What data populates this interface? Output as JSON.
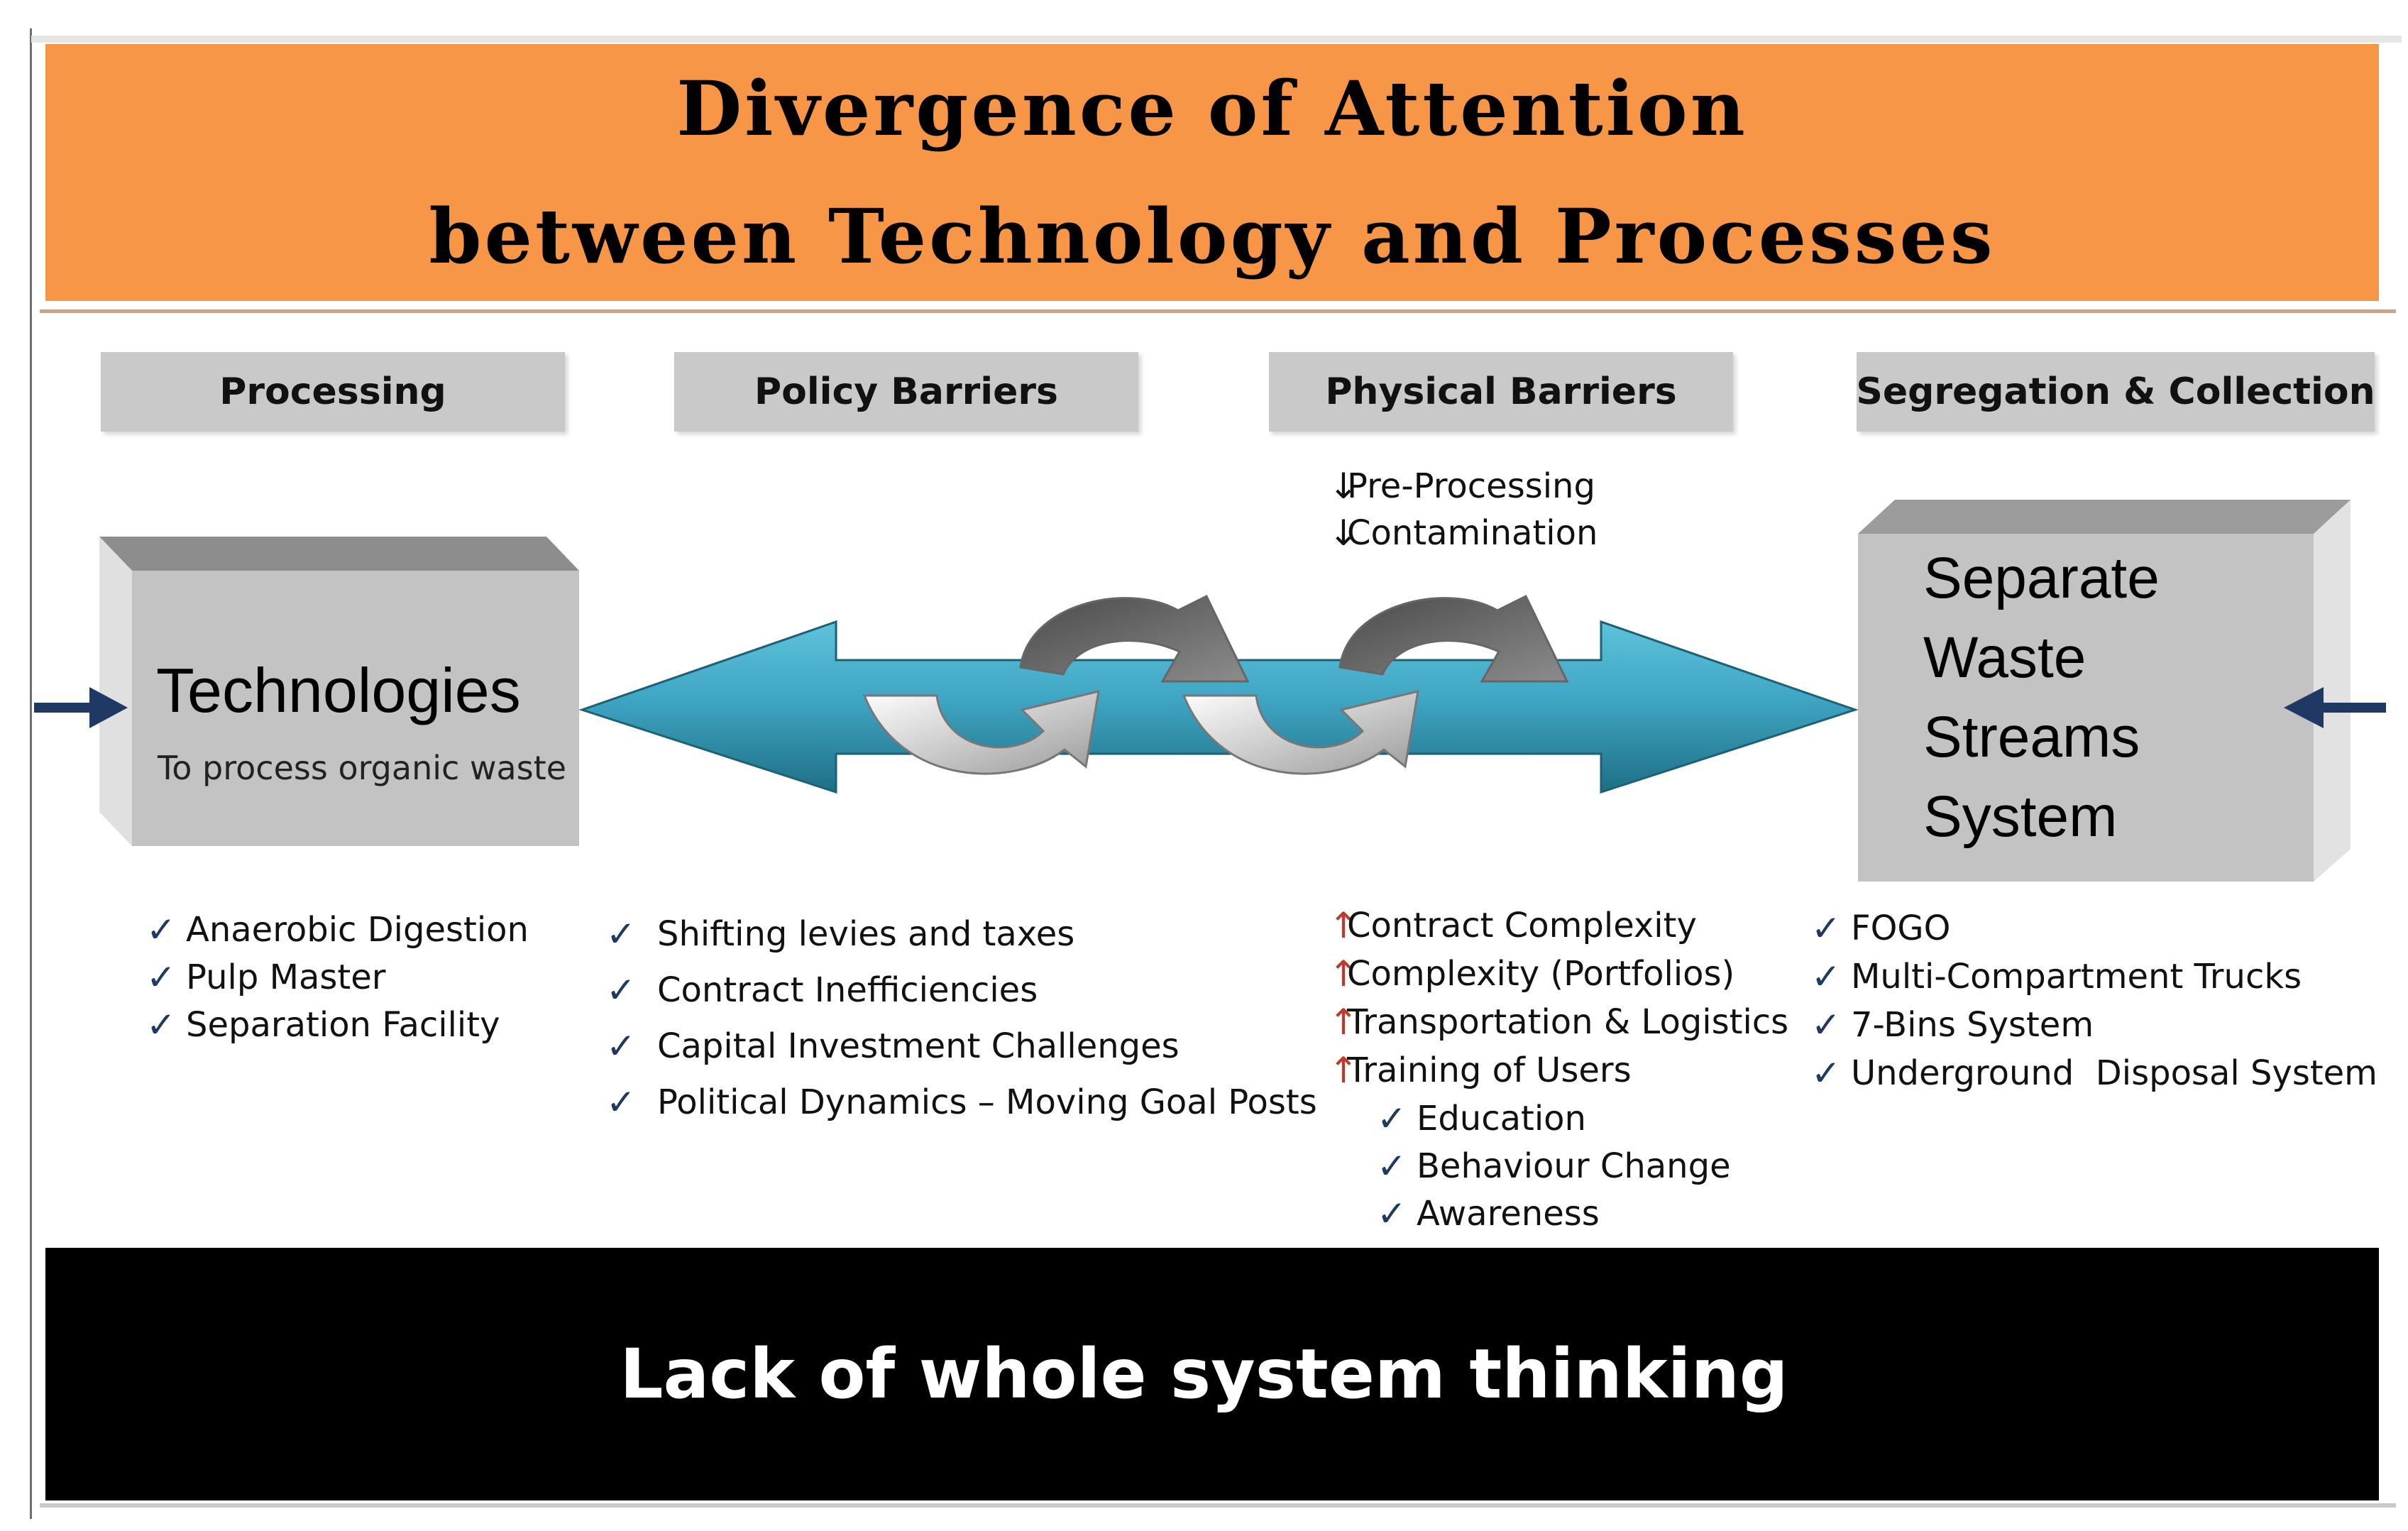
{
  "title": {
    "line1": "Divergence of Attention",
    "line2": "between Technology and Processes"
  },
  "headers": [
    "Processing",
    "Policy Barriers",
    "Physical Barriers",
    "Segregation & Collection"
  ],
  "technologies": {
    "title": "Technologies",
    "subtitle": "To process organic waste",
    "items": [
      "Anaerobic Digestion",
      "Pulp Master",
      "Separation Facility"
    ]
  },
  "policy": {
    "items": [
      "Shifting levies and taxes",
      "Contract Inefficiencies",
      "Capital Investment Challenges",
      "Political Dynamics – Moving Goal Posts"
    ]
  },
  "physical": {
    "decrease": [
      "Pre-Processing",
      "Contamination"
    ],
    "increase": [
      "Contract Complexity",
      "Complexity (Portfolios)",
      "Transportation & Logistics",
      "Training of Users"
    ],
    "training_items": [
      "Education",
      "Behaviour Change",
      "Awareness"
    ]
  },
  "separate": {
    "lines": [
      "Separate",
      "Waste",
      "Streams",
      "System"
    ],
    "items": [
      "FOGO",
      "Multi-Compartment Trucks",
      "7-Bins System",
      "Underground  Disposal System"
    ]
  },
  "footer": {
    "text": "Lack of whole system thinking"
  },
  "colors": {
    "banner": "#f79646",
    "double_arrow": "#31849b",
    "side_arrow": "#1f3864",
    "footer_arrow": "#ffff00",
    "up_arrow": "#c0392b"
  },
  "icons": {
    "check": "✓",
    "up": "↑",
    "down": "↓"
  }
}
